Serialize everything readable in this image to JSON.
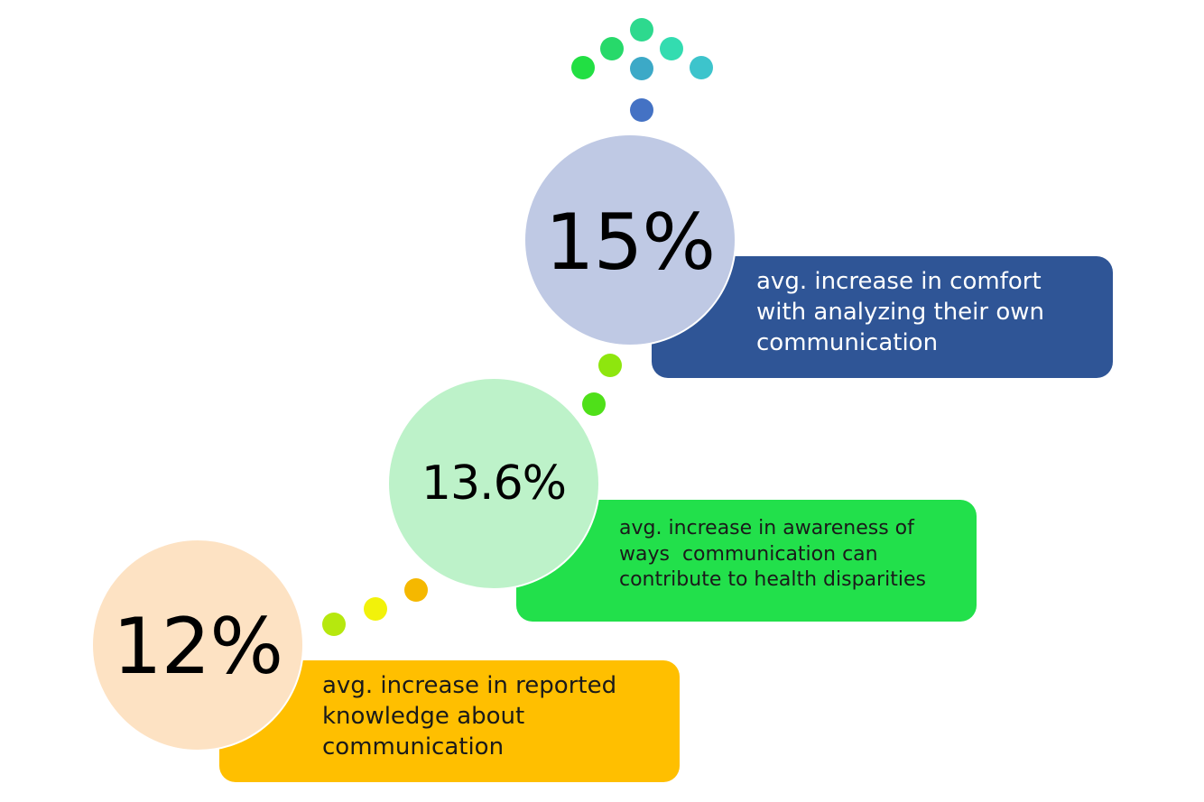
{
  "steps": [
    {
      "value": "12%",
      "description": [
        "avg. increase in reported",
        "knowledge about",
        "communication"
      ],
      "colors": {
        "circle": "#FDE2C3",
        "box": "#FFBF00",
        "text": "#1a1a1a"
      }
    },
    {
      "value": "13.6%",
      "description": [
        "avg. increase in awareness of",
        "ways  communication can",
        "contribute to health disparities"
      ],
      "colors": {
        "circle": "#BDF2C9",
        "box": "#22E04B",
        "text": "#1a1a1a"
      }
    },
    {
      "value": "15%",
      "description": [
        "avg. increase in comfort",
        "with analyzing their own",
        "communication"
      ],
      "colors": {
        "circle": "#BFC9E4",
        "box": "#2F5596",
        "text": "#ffffff"
      }
    }
  ],
  "connector_dots": {
    "lower": [
      "#B6E80E",
      "#F2F20A",
      "#F5B800"
    ],
    "upper": [
      "#8EE60E",
      "#4FE019"
    ],
    "top_cluster": [
      "#22DF43",
      "#27D96A",
      "#2DD98E",
      "#3CA9C7",
      "#33DCB0",
      "#3DC4CC",
      "#4472C4"
    ]
  }
}
